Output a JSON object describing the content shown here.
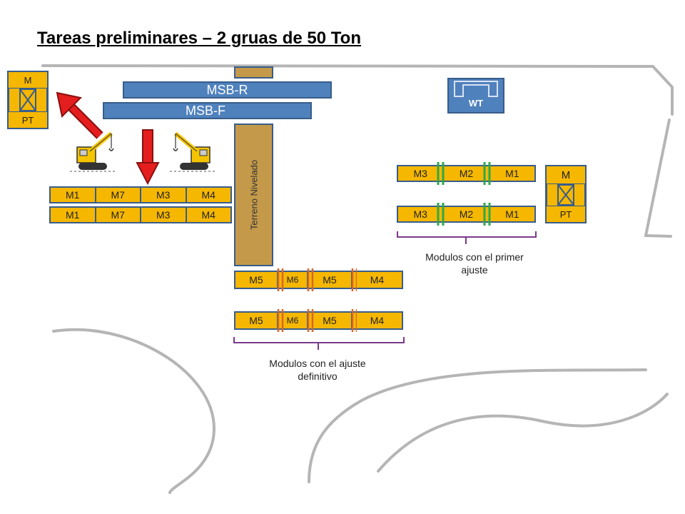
{
  "title": "Tareas preliminares – 2 gruas de 50 Ton",
  "msb_r": "MSB-R",
  "msb_f": "MSB-F",
  "terreno": "Terreno Nivelado",
  "wt": "WT",
  "mpt_left": {
    "m": "M",
    "pt": "PT"
  },
  "mpt_right": {
    "m": "M",
    "pt": "PT"
  },
  "left_rows": [
    [
      "M1",
      "M7",
      "M3",
      "M4"
    ],
    [
      "M1",
      "M7",
      "M3",
      "M4"
    ]
  ],
  "center_rows": [
    [
      "M5",
      "M6",
      "M5",
      "M4"
    ],
    [
      "M5",
      "M6",
      "M5",
      "M4"
    ]
  ],
  "right_rows": [
    [
      "M3",
      "M2",
      "M1"
    ],
    [
      "M3",
      "M2",
      "M1"
    ]
  ],
  "caption_primer": [
    "Modulos con el primer",
    "ajuste"
  ],
  "caption_definitivo": [
    "Modulos con el ajuste",
    "definitivo"
  ],
  "colors": {
    "module_fill": "#f5b700",
    "module_border": "#385d8a",
    "bar_blue": "#4f81bd",
    "terrain": "#c49a4a",
    "arrow_red": "#e41e1e",
    "connector_orange": "#d9662b",
    "connector_green": "#2ea84a",
    "bracket_purple": "#7a3a8a",
    "road_gray": "#b5b5b5"
  }
}
